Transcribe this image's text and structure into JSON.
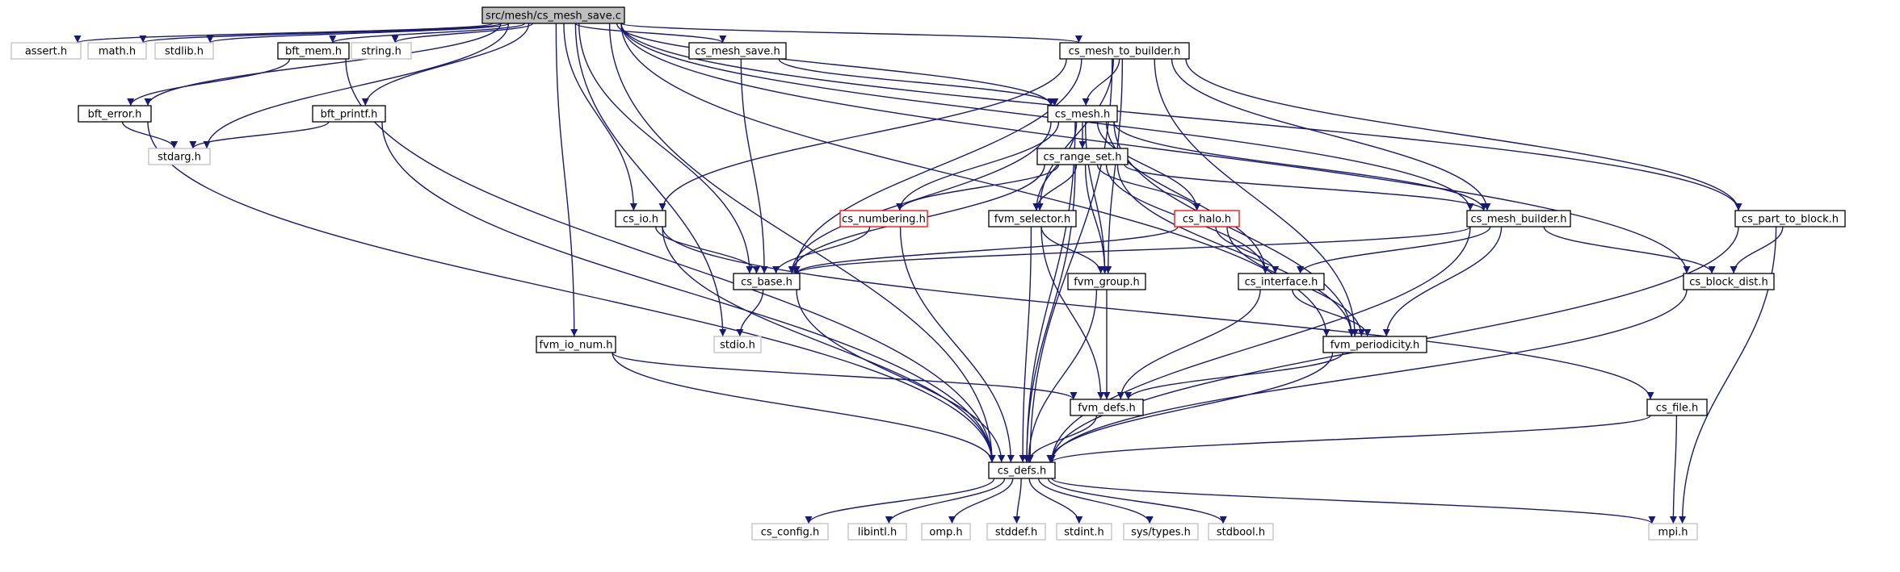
{
  "diagram": {
    "colors": {
      "edge": "#191970",
      "border_normal": "#000000",
      "border_system": "#bfbfbf",
      "border_truncated": "#ff0000",
      "fill_root": "#bfbfbf",
      "fill_default": "#ffffff",
      "text": "#000000"
    },
    "nodes": [
      {
        "id": "n_root",
        "label": "src/mesh/cs_mesh_save.c",
        "kind": "root"
      },
      {
        "id": "n_assert",
        "label": "assert.h",
        "kind": "system"
      },
      {
        "id": "n_math",
        "label": "math.h",
        "kind": "system"
      },
      {
        "id": "n_stdlib",
        "label": "stdlib.h",
        "kind": "system"
      },
      {
        "id": "n_bft_mem",
        "label": "bft_mem.h",
        "kind": "normal"
      },
      {
        "id": "n_string",
        "label": "string.h",
        "kind": "system"
      },
      {
        "id": "n_cs_mesh_save",
        "label": "cs_mesh_save.h",
        "kind": "normal"
      },
      {
        "id": "n_cs_mesh_to_builder",
        "label": "cs_mesh_to_builder.h",
        "kind": "normal"
      },
      {
        "id": "n_bft_error",
        "label": "bft_error.h",
        "kind": "normal"
      },
      {
        "id": "n_bft_printf",
        "label": "bft_printf.h",
        "kind": "normal"
      },
      {
        "id": "n_stdarg",
        "label": "stdarg.h",
        "kind": "system"
      },
      {
        "id": "n_cs_mesh",
        "label": "cs_mesh.h",
        "kind": "normal"
      },
      {
        "id": "n_cs_range_set",
        "label": "cs_range_set.h",
        "kind": "normal"
      },
      {
        "id": "n_cs_io",
        "label": "cs_io.h",
        "kind": "normal"
      },
      {
        "id": "n_cs_numbering",
        "label": "cs_numbering.h",
        "kind": "truncated"
      },
      {
        "id": "n_fvm_selector",
        "label": "fvm_selector.h",
        "kind": "normal"
      },
      {
        "id": "n_cs_halo",
        "label": "cs_halo.h",
        "kind": "truncated"
      },
      {
        "id": "n_cs_mesh_builder",
        "label": "cs_mesh_builder.h",
        "kind": "normal"
      },
      {
        "id": "n_cs_part_to_block",
        "label": "cs_part_to_block.h",
        "kind": "normal"
      },
      {
        "id": "n_cs_base",
        "label": "cs_base.h",
        "kind": "normal"
      },
      {
        "id": "n_fvm_group",
        "label": "fvm_group.h",
        "kind": "normal"
      },
      {
        "id": "n_cs_interface",
        "label": "cs_interface.h",
        "kind": "normal"
      },
      {
        "id": "n_cs_block_dist",
        "label": "cs_block_dist.h",
        "kind": "normal"
      },
      {
        "id": "n_fvm_io_num",
        "label": "fvm_io_num.h",
        "kind": "normal"
      },
      {
        "id": "n_stdio",
        "label": "stdio.h",
        "kind": "system"
      },
      {
        "id": "n_fvm_periodicity",
        "label": "fvm_periodicity.h",
        "kind": "normal"
      },
      {
        "id": "n_fvm_defs",
        "label": "fvm_defs.h",
        "kind": "normal"
      },
      {
        "id": "n_cs_file",
        "label": "cs_file.h",
        "kind": "normal"
      },
      {
        "id": "n_cs_defs",
        "label": "cs_defs.h",
        "kind": "normal"
      },
      {
        "id": "n_cs_config",
        "label": "cs_config.h",
        "kind": "system"
      },
      {
        "id": "n_libintl",
        "label": "libintl.h",
        "kind": "system"
      },
      {
        "id": "n_omp",
        "label": "omp.h",
        "kind": "system"
      },
      {
        "id": "n_stddef",
        "label": "stddef.h",
        "kind": "system"
      },
      {
        "id": "n_stdint",
        "label": "stdint.h",
        "kind": "system"
      },
      {
        "id": "n_systypes",
        "label": "sys/types.h",
        "kind": "system"
      },
      {
        "id": "n_stdbool",
        "label": "stdbool.h",
        "kind": "system"
      },
      {
        "id": "n_mpi",
        "label": "mpi.h",
        "kind": "system"
      }
    ],
    "edges": [
      {
        "from": "n_root",
        "to": "n_assert"
      },
      {
        "from": "n_root",
        "to": "n_math"
      },
      {
        "from": "n_root",
        "to": "n_stdlib"
      },
      {
        "from": "n_root",
        "to": "n_bft_mem"
      },
      {
        "from": "n_root",
        "to": "n_string"
      },
      {
        "from": "n_root",
        "to": "n_cs_mesh_save"
      },
      {
        "from": "n_root",
        "to": "n_cs_mesh_to_builder"
      },
      {
        "from": "n_root",
        "to": "n_bft_error"
      },
      {
        "from": "n_root",
        "to": "n_bft_printf"
      },
      {
        "from": "n_root",
        "to": "n_stdarg"
      },
      {
        "from": "n_root",
        "to": "n_cs_io"
      },
      {
        "from": "n_root",
        "to": "n_cs_base"
      },
      {
        "from": "n_root",
        "to": "n_stdio"
      },
      {
        "from": "n_root",
        "to": "n_fvm_io_num"
      },
      {
        "from": "n_root",
        "to": "n_cs_mesh"
      },
      {
        "from": "n_root",
        "to": "n_cs_mesh_builder"
      },
      {
        "from": "n_root",
        "to": "n_fvm_periodicity"
      },
      {
        "from": "n_root",
        "to": "n_cs_part_to_block"
      },
      {
        "from": "n_root",
        "to": "n_cs_block_dist"
      },
      {
        "from": "n_root",
        "to": "n_cs_defs"
      },
      {
        "from": "n_bft_mem",
        "to": "n_bft_error"
      },
      {
        "from": "n_bft_mem",
        "to": "n_cs_defs"
      },
      {
        "from": "n_bft_error",
        "to": "n_stdarg"
      },
      {
        "from": "n_bft_error",
        "to": "n_cs_defs"
      },
      {
        "from": "n_bft_printf",
        "to": "n_stdarg"
      },
      {
        "from": "n_bft_printf",
        "to": "n_cs_defs"
      },
      {
        "from": "n_cs_mesh_save",
        "to": "n_cs_mesh"
      },
      {
        "from": "n_cs_mesh_save",
        "to": "n_cs_base"
      },
      {
        "from": "n_cs_mesh_to_builder",
        "to": "n_cs_mesh"
      },
      {
        "from": "n_cs_mesh_to_builder",
        "to": "n_cs_io"
      },
      {
        "from": "n_cs_mesh_to_builder",
        "to": "n_cs_base"
      },
      {
        "from": "n_cs_mesh_to_builder",
        "to": "n_fvm_selector"
      },
      {
        "from": "n_cs_mesh_to_builder",
        "to": "n_fvm_group"
      },
      {
        "from": "n_cs_mesh_to_builder",
        "to": "n_cs_mesh_builder"
      },
      {
        "from": "n_cs_mesh_to_builder",
        "to": "n_fvm_periodicity"
      },
      {
        "from": "n_cs_mesh_to_builder",
        "to": "n_cs_part_to_block"
      },
      {
        "from": "n_cs_mesh_to_builder",
        "to": "n_cs_defs"
      },
      {
        "from": "n_cs_mesh",
        "to": "n_cs_range_set"
      },
      {
        "from": "n_cs_mesh",
        "to": "n_cs_numbering"
      },
      {
        "from": "n_cs_mesh",
        "to": "n_fvm_selector"
      },
      {
        "from": "n_cs_mesh",
        "to": "n_cs_halo"
      },
      {
        "from": "n_cs_mesh",
        "to": "n_cs_mesh_builder"
      },
      {
        "from": "n_cs_mesh",
        "to": "n_cs_base"
      },
      {
        "from": "n_cs_mesh",
        "to": "n_fvm_group"
      },
      {
        "from": "n_cs_mesh",
        "to": "n_cs_interface"
      },
      {
        "from": "n_cs_mesh",
        "to": "n_fvm_periodicity"
      },
      {
        "from": "n_cs_mesh",
        "to": "n_cs_defs"
      },
      {
        "from": "n_cs_range_set",
        "to": "n_cs_numbering"
      },
      {
        "from": "n_cs_range_set",
        "to": "n_fvm_selector"
      },
      {
        "from": "n_cs_range_set",
        "to": "n_cs_halo"
      },
      {
        "from": "n_cs_range_set",
        "to": "n_cs_mesh_builder"
      },
      {
        "from": "n_cs_range_set",
        "to": "n_cs_base"
      },
      {
        "from": "n_cs_range_set",
        "to": "n_fvm_group"
      },
      {
        "from": "n_cs_range_set",
        "to": "n_cs_interface"
      },
      {
        "from": "n_cs_range_set",
        "to": "n_fvm_periodicity"
      },
      {
        "from": "n_cs_range_set",
        "to": "n_cs_defs"
      },
      {
        "from": "n_cs_io",
        "to": "n_cs_base"
      },
      {
        "from": "n_cs_io",
        "to": "n_cs_file"
      },
      {
        "from": "n_cs_io",
        "to": "n_cs_defs"
      },
      {
        "from": "n_cs_numbering",
        "to": "n_cs_base"
      },
      {
        "from": "n_cs_numbering",
        "to": "n_cs_defs"
      },
      {
        "from": "n_fvm_selector",
        "to": "n_fvm_group"
      },
      {
        "from": "n_fvm_selector",
        "to": "n_fvm_defs"
      },
      {
        "from": "n_fvm_selector",
        "to": "n_cs_defs"
      },
      {
        "from": "n_cs_halo",
        "to": "n_cs_base"
      },
      {
        "from": "n_cs_halo",
        "to": "n_cs_interface"
      },
      {
        "from": "n_cs_halo",
        "to": "n_fvm_periodicity"
      },
      {
        "from": "n_cs_mesh_builder",
        "to": "n_cs_base"
      },
      {
        "from": "n_cs_mesh_builder",
        "to": "n_cs_interface"
      },
      {
        "from": "n_cs_mesh_builder",
        "to": "n_fvm_periodicity"
      },
      {
        "from": "n_cs_mesh_builder",
        "to": "n_cs_block_dist"
      },
      {
        "from": "n_cs_mesh_builder",
        "to": "n_cs_defs"
      },
      {
        "from": "n_cs_part_to_block",
        "to": "n_cs_block_dist"
      },
      {
        "from": "n_cs_part_to_block",
        "to": "n_cs_defs"
      },
      {
        "from": "n_cs_part_to_block",
        "to": "n_mpi"
      },
      {
        "from": "n_cs_base",
        "to": "n_stdio"
      },
      {
        "from": "n_cs_base",
        "to": "n_cs_defs"
      },
      {
        "from": "n_fvm_group",
        "to": "n_fvm_defs"
      },
      {
        "from": "n_fvm_group",
        "to": "n_cs_defs"
      },
      {
        "from": "n_cs_interface",
        "to": "n_fvm_periodicity"
      },
      {
        "from": "n_cs_interface",
        "to": "n_fvm_defs"
      },
      {
        "from": "n_cs_block_dist",
        "to": "n_cs_defs"
      },
      {
        "from": "n_fvm_io_num",
        "to": "n_fvm_defs"
      },
      {
        "from": "n_fvm_io_num",
        "to": "n_cs_defs"
      },
      {
        "from": "n_fvm_periodicity",
        "to": "n_fvm_defs"
      },
      {
        "from": "n_fvm_periodicity",
        "to": "n_cs_defs"
      },
      {
        "from": "n_fvm_defs",
        "to": "n_cs_defs"
      },
      {
        "from": "n_cs_file",
        "to": "n_cs_defs"
      },
      {
        "from": "n_cs_file",
        "to": "n_mpi"
      },
      {
        "from": "n_cs_defs",
        "to": "n_cs_config"
      },
      {
        "from": "n_cs_defs",
        "to": "n_libintl"
      },
      {
        "from": "n_cs_defs",
        "to": "n_omp"
      },
      {
        "from": "n_cs_defs",
        "to": "n_stddef"
      },
      {
        "from": "n_cs_defs",
        "to": "n_stdint"
      },
      {
        "from": "n_cs_defs",
        "to": "n_systypes"
      },
      {
        "from": "n_cs_defs",
        "to": "n_stdbool"
      },
      {
        "from": "n_cs_defs",
        "to": "n_mpi"
      }
    ]
  }
}
